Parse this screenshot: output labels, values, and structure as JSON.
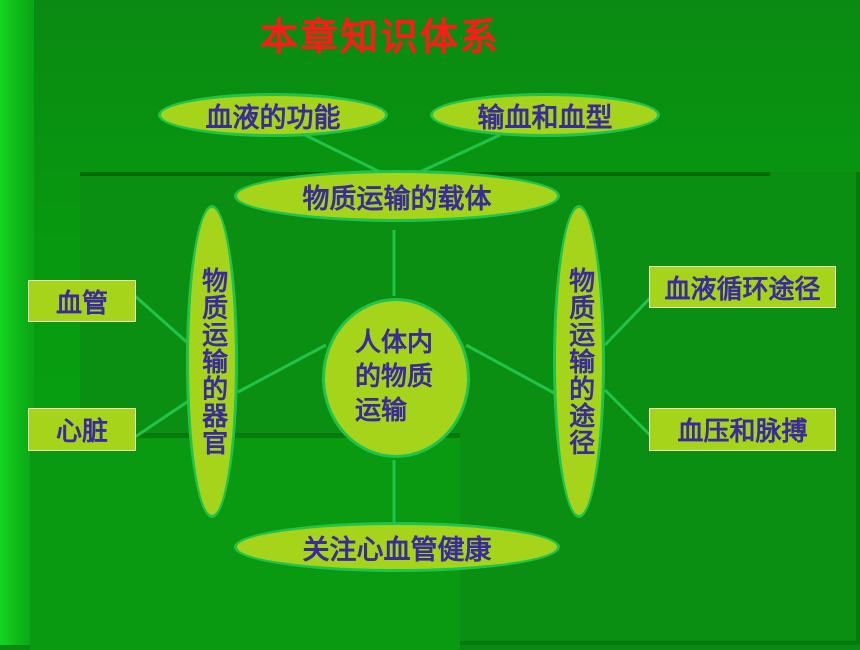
{
  "title": "本章知识体系",
  "colors": {
    "background": "#079a10",
    "node_fill": "#a6d41a",
    "node_border": "#1fc44a",
    "node_text": "#3a2a9a",
    "title_text": "#ff1a1a",
    "connector": "#1fc44a"
  },
  "diagram": {
    "center": "人体内的物质运输",
    "top_left": "血液的功能",
    "top_right": "输血和血型",
    "top_hub": "物质运输的载体",
    "left_hub": "物质运输的器官",
    "right_hub": "物质运输的途径",
    "bottom_hub": "关注心血管健康",
    "left_top_box": "血管",
    "left_bottom_box": "心脏",
    "right_top_box": "血液循环途径",
    "right_bottom_box": "血压和脉搏"
  }
}
